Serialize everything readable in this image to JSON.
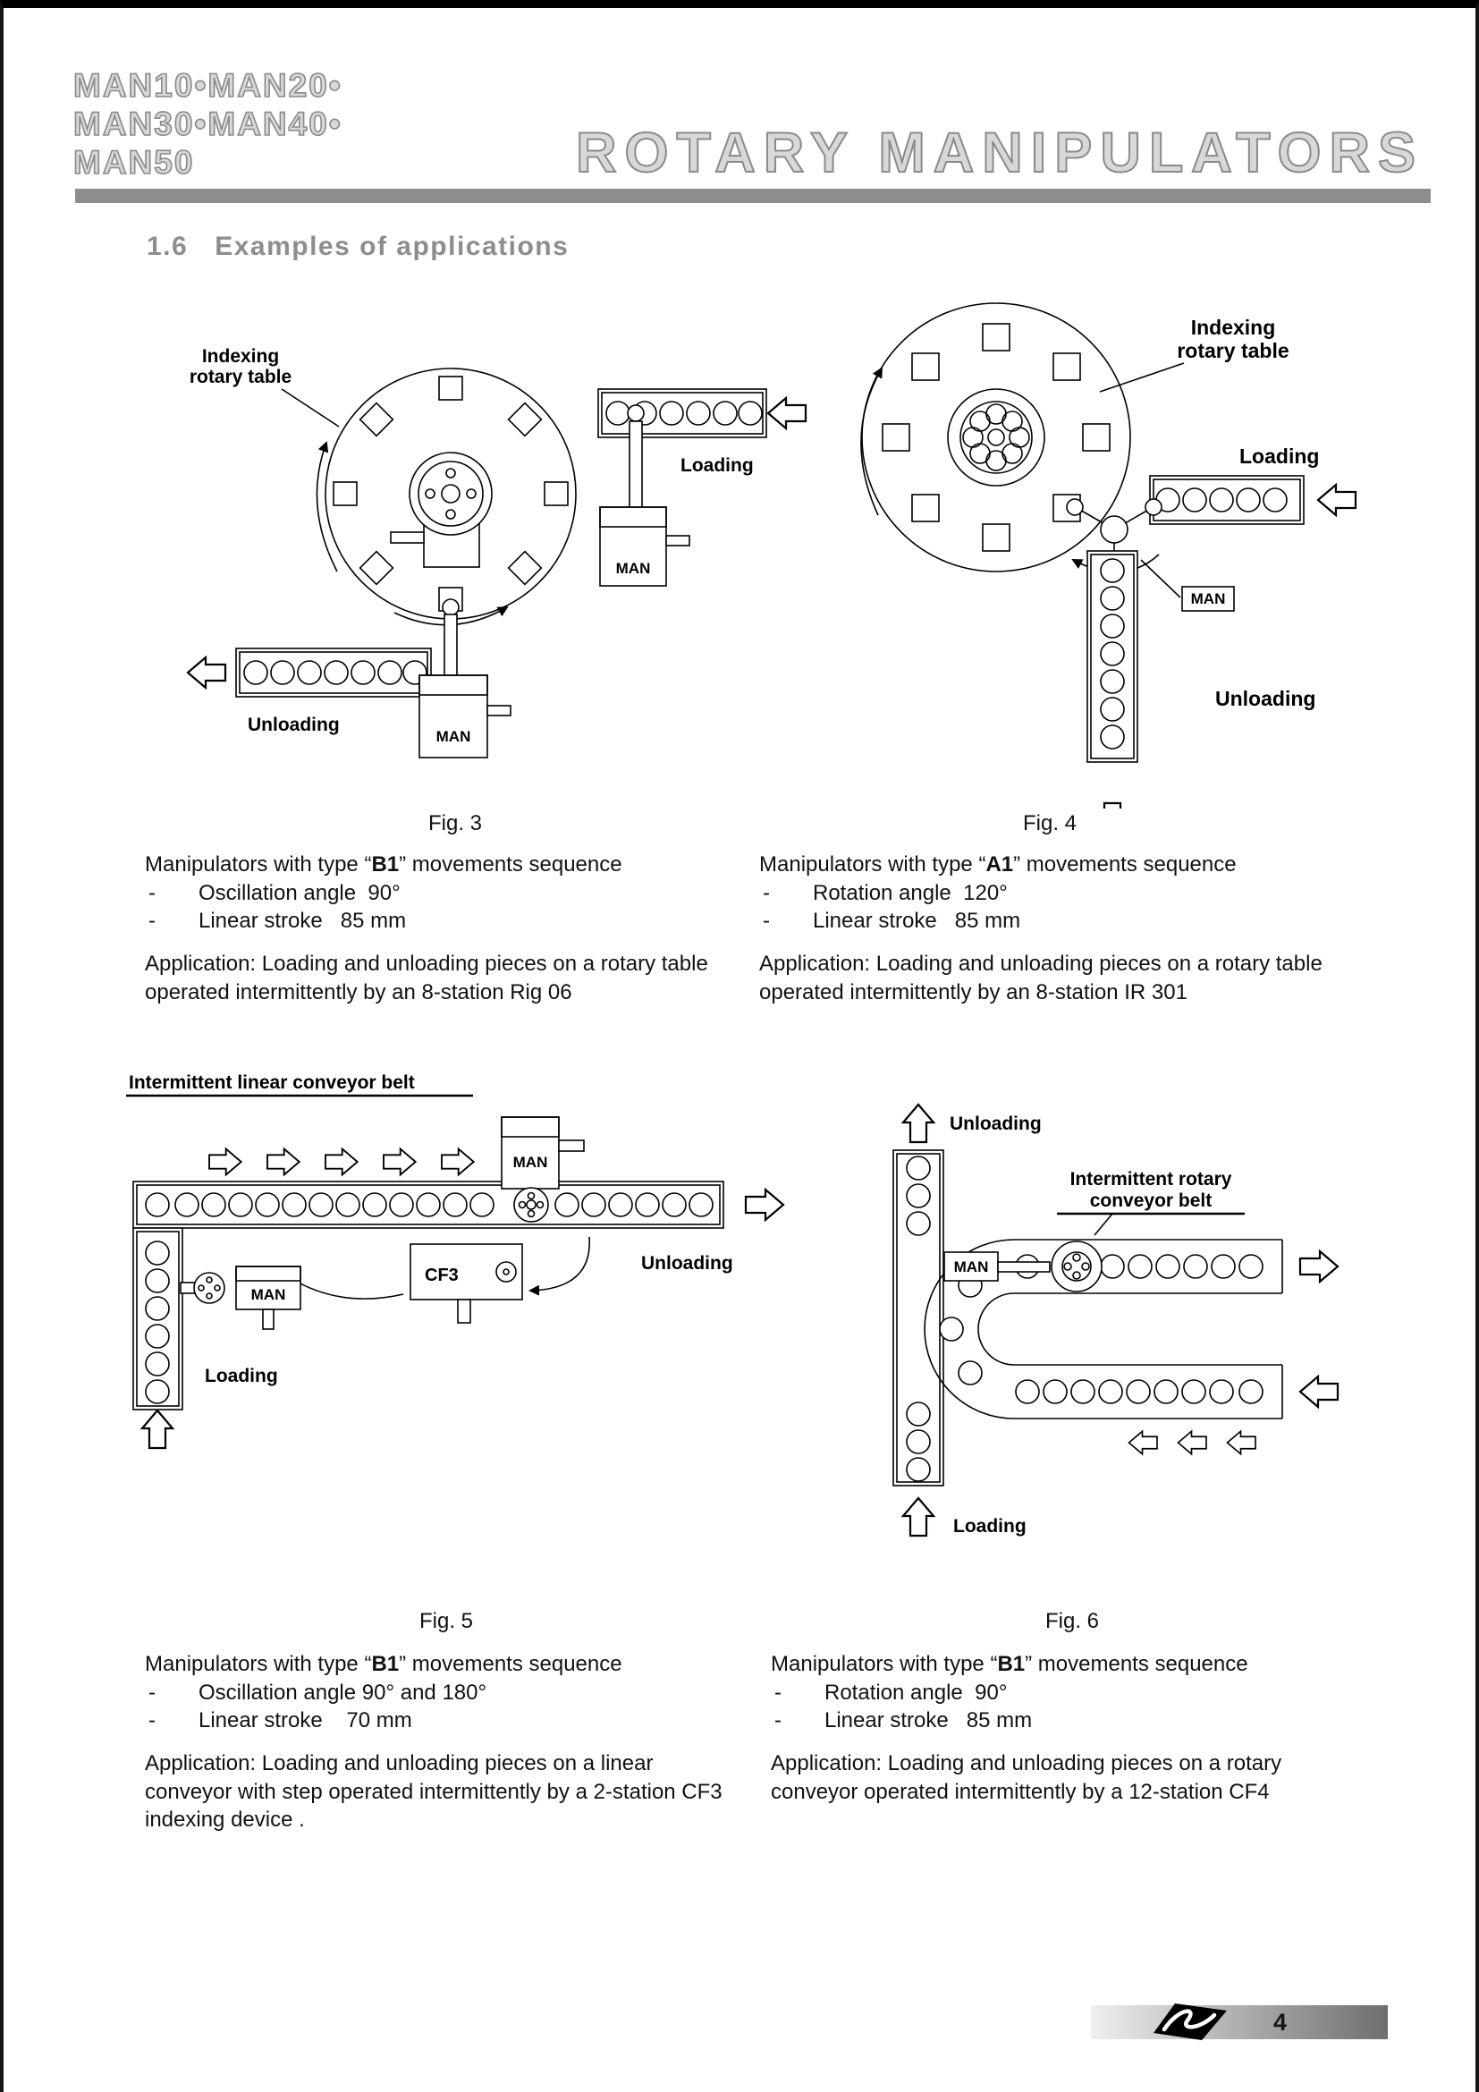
{
  "header": {
    "models": [
      "MAN10•MAN20•",
      "MAN30•MAN40•",
      "MAN50"
    ],
    "title": "ROTARY MANIPULATORS"
  },
  "section": {
    "number": "1.6",
    "title": "Examples of applications"
  },
  "bullet_dash": "-",
  "figures": [
    {
      "caption": "Fig. 3",
      "labels": {
        "indexing_1": "Indexing",
        "indexing_2": "rotary table",
        "loading": "Loading",
        "unloading": "Unloading",
        "man_a": "MAN",
        "man_b": "MAN"
      },
      "desc": {
        "prefix": "Manipulators with type “",
        "code": "B1",
        "suffix": "” movements sequence"
      },
      "bullets": [
        "Oscillation angle  90°",
        "Linear stroke   85 mm"
      ],
      "application": "Application: Loading and unloading pieces on a rotary table operated intermittently by an 8-station Rig 06"
    },
    {
      "caption": "Fig. 4",
      "labels": {
        "indexing_1": "Indexing",
        "indexing_2": "rotary table",
        "loading": "Loading",
        "unloading": "Unloading",
        "man_a": "MAN"
      },
      "desc": {
        "prefix": "Manipulators with type “",
        "code": "A1",
        "suffix": "” movements sequence"
      },
      "bullets": [
        "Rotation angle  120°",
        "Linear stroke   85 mm"
      ],
      "application": "Application: Loading and unloading pieces on a rotary table operated intermittently by an 8-station IR 301"
    },
    {
      "caption": "Fig. 5",
      "labels": {
        "belt": "Intermittent linear conveyor belt",
        "man_a": "MAN",
        "man_b": "MAN",
        "cf3": "CF3",
        "unloading": "Unloading",
        "loading": "Loading"
      },
      "desc": {
        "prefix": "Manipulators with type “",
        "code": "B1",
        "suffix": "” movements sequence"
      },
      "bullets": [
        "Oscillation angle 90° and 180°",
        "Linear stroke    70 mm"
      ],
      "application": "Application: Loading and unloading pieces on a linear conveyor with step operated intermittently by a 2-station CF3 indexing device ."
    },
    {
      "caption": "Fig. 6",
      "labels": {
        "belt_1": "Intermittent rotary",
        "belt_2": "conveyor belt",
        "man_a": "MAN",
        "unloading": "Unloading",
        "loading": "Loading"
      },
      "desc": {
        "prefix": "Manipulators with type “",
        "code": "B1",
        "suffix": "” movements sequence"
      },
      "bullets": [
        "Rotation angle  90°",
        "Linear stroke   85 mm"
      ],
      "application": "Application: Loading and unloading pieces on a rotary conveyor operated intermittently by a 12-station CF4"
    }
  ],
  "footer": {
    "page_number": "4"
  }
}
